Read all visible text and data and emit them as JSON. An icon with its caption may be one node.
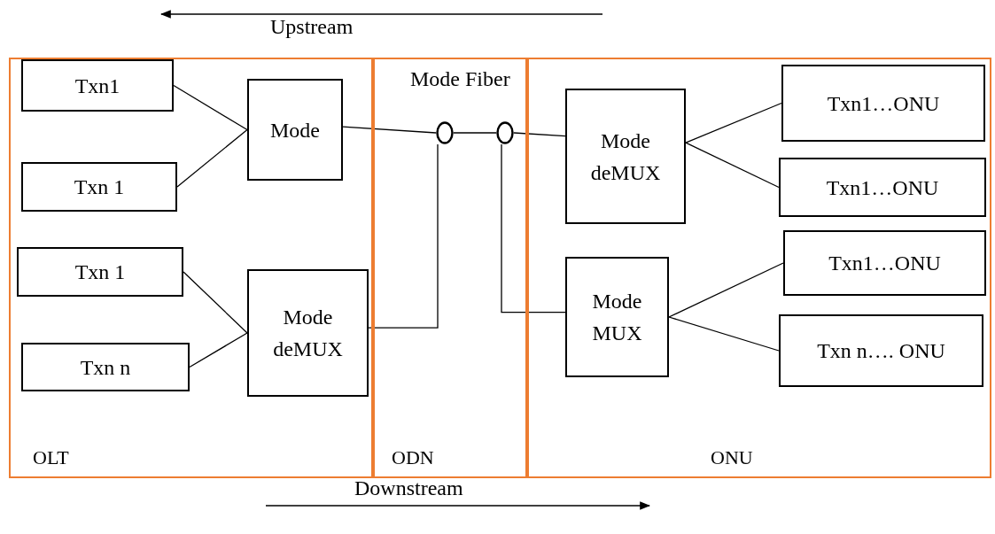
{
  "diagram": {
    "nodes": [
      {
        "text": [
          "OLT"
        ]
      },
      {
        "text": [
          "ODN"
        ]
      },
      {
        "text": [
          "ONU"
        ]
      },
      {
        "text": [
          "Txn1"
        ],
        "in": 0
      },
      {
        "text": [
          "Txn 1"
        ],
        "in": 0
      },
      {
        "text": [
          "Txn 1"
        ],
        "in": 0
      },
      {
        "text": [
          "Txn n"
        ],
        "in": 0
      },
      {
        "text": [
          "Mode"
        ],
        "in": 0
      },
      {
        "text": [
          "Mode",
          "deMUX"
        ],
        "in": 0
      },
      {
        "text": [],
        "shape": "circle",
        "in": 1
      },
      {
        "text": [],
        "shape": "circle",
        "in": 1
      },
      {
        "text": [
          "Mode",
          "deMUX"
        ],
        "in": 2
      },
      {
        "text": [
          "Mode MUX"
        ],
        "in": 2
      },
      {
        "text": [
          "Txn1…ONU"
        ],
        "in": 2
      },
      {
        "text": [
          "Txn1…ONU"
        ],
        "in": 2
      },
      {
        "text": [
          "Txn1…ONU"
        ],
        "in": 2
      },
      {
        "text": [
          "Txn n…. ONU"
        ],
        "in": 2
      }
    ],
    "edges": [
      {
        "from": 3,
        "to": 7,
        "arrow": "none"
      },
      {
        "from": 4,
        "to": 7,
        "arrow": "none"
      },
      {
        "from": 5,
        "to": 8,
        "arrow": "none"
      },
      {
        "from": 6,
        "to": 8,
        "arrow": "none"
      },
      {
        "from": 7,
        "to": 9,
        "arrow": "none"
      },
      {
        "from": 8,
        "to": 9,
        "arrow": "none"
      },
      {
        "from": 9,
        "to": 10,
        "arrow": "none"
      },
      {
        "from": 10,
        "to": 11,
        "arrow": "none"
      },
      {
        "from": 10,
        "to": 12,
        "arrow": "none"
      },
      {
        "from": 11,
        "to": 13,
        "arrow": "none"
      },
      {
        "from": 11,
        "to": 14,
        "arrow": "none"
      },
      {
        "from": 12,
        "to": 15,
        "arrow": "none"
      },
      {
        "from": 12,
        "to": 16,
        "arrow": "none"
      }
    ],
    "labels": [
      "Upstream",
      "Mode Fiber",
      "Downstream"
    ]
  }
}
